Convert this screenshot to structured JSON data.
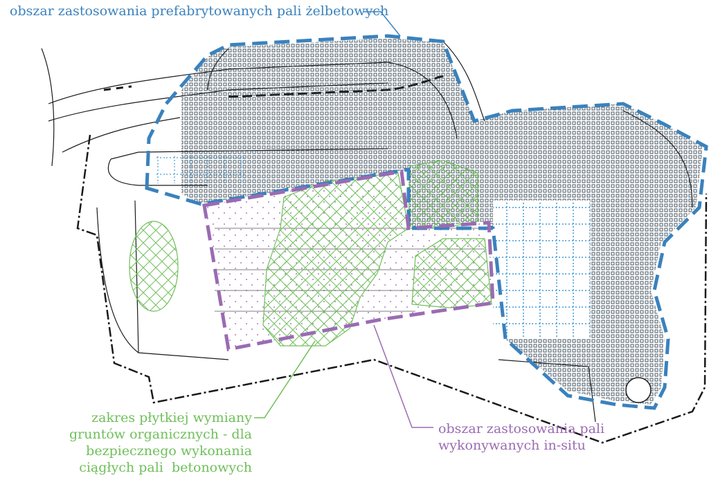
{
  "labels": {
    "prefab_piles": "obszar zastosowania prefabrytowanych pali żelbetowych",
    "soil_replacement": [
      "zakres płytkiej wymiany",
      "gruntów organicznych - dla",
      "bezpiecznego wykonania",
      "ciągłych pali  betonowych"
    ],
    "insitu_piles": [
      "obszar zastosowania pali",
      "wykonywanych in-situ"
    ]
  },
  "colors": {
    "prefab": "#3a82bd",
    "soil": "#6fbf5a",
    "insitu": "#9a6bb3",
    "lines": "#1a1a1a"
  }
}
